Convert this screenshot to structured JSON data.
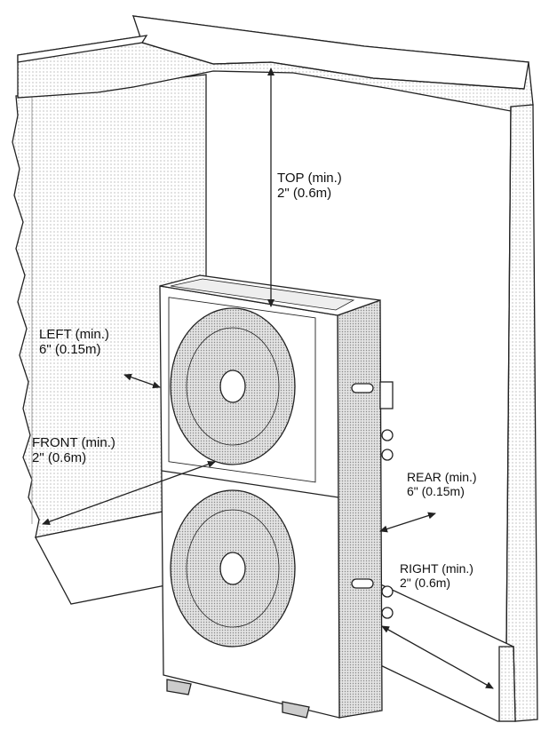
{
  "diagram": {
    "labels": {
      "top": {
        "title": "TOP (min.)",
        "value": "2\" (0.6m)"
      },
      "left": {
        "title": "LEFT (min.)",
        "value": "6\" (0.15m)"
      },
      "front": {
        "title": "FRONT (min.)",
        "value": "2\" (0.6m)"
      },
      "rear": {
        "title": "REAR (min.)",
        "value": "6\" (0.15m)"
      },
      "right": {
        "title": "RIGHT (min.)",
        "value": "2\" (0.6m)"
      }
    },
    "colors": {
      "line": "#222222",
      "fill": "#ffffff",
      "shade": "#d9d9d9"
    }
  }
}
